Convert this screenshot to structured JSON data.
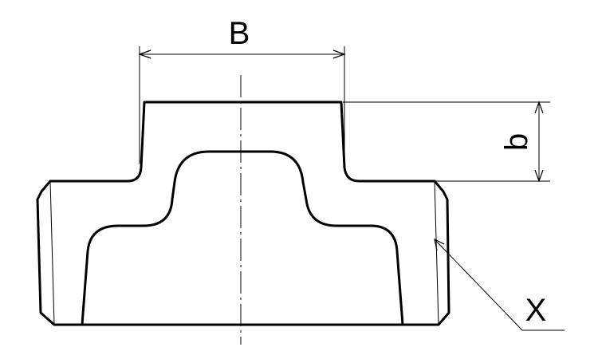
{
  "dimensions": {
    "B": "B",
    "b": "b",
    "X": "X"
  }
}
